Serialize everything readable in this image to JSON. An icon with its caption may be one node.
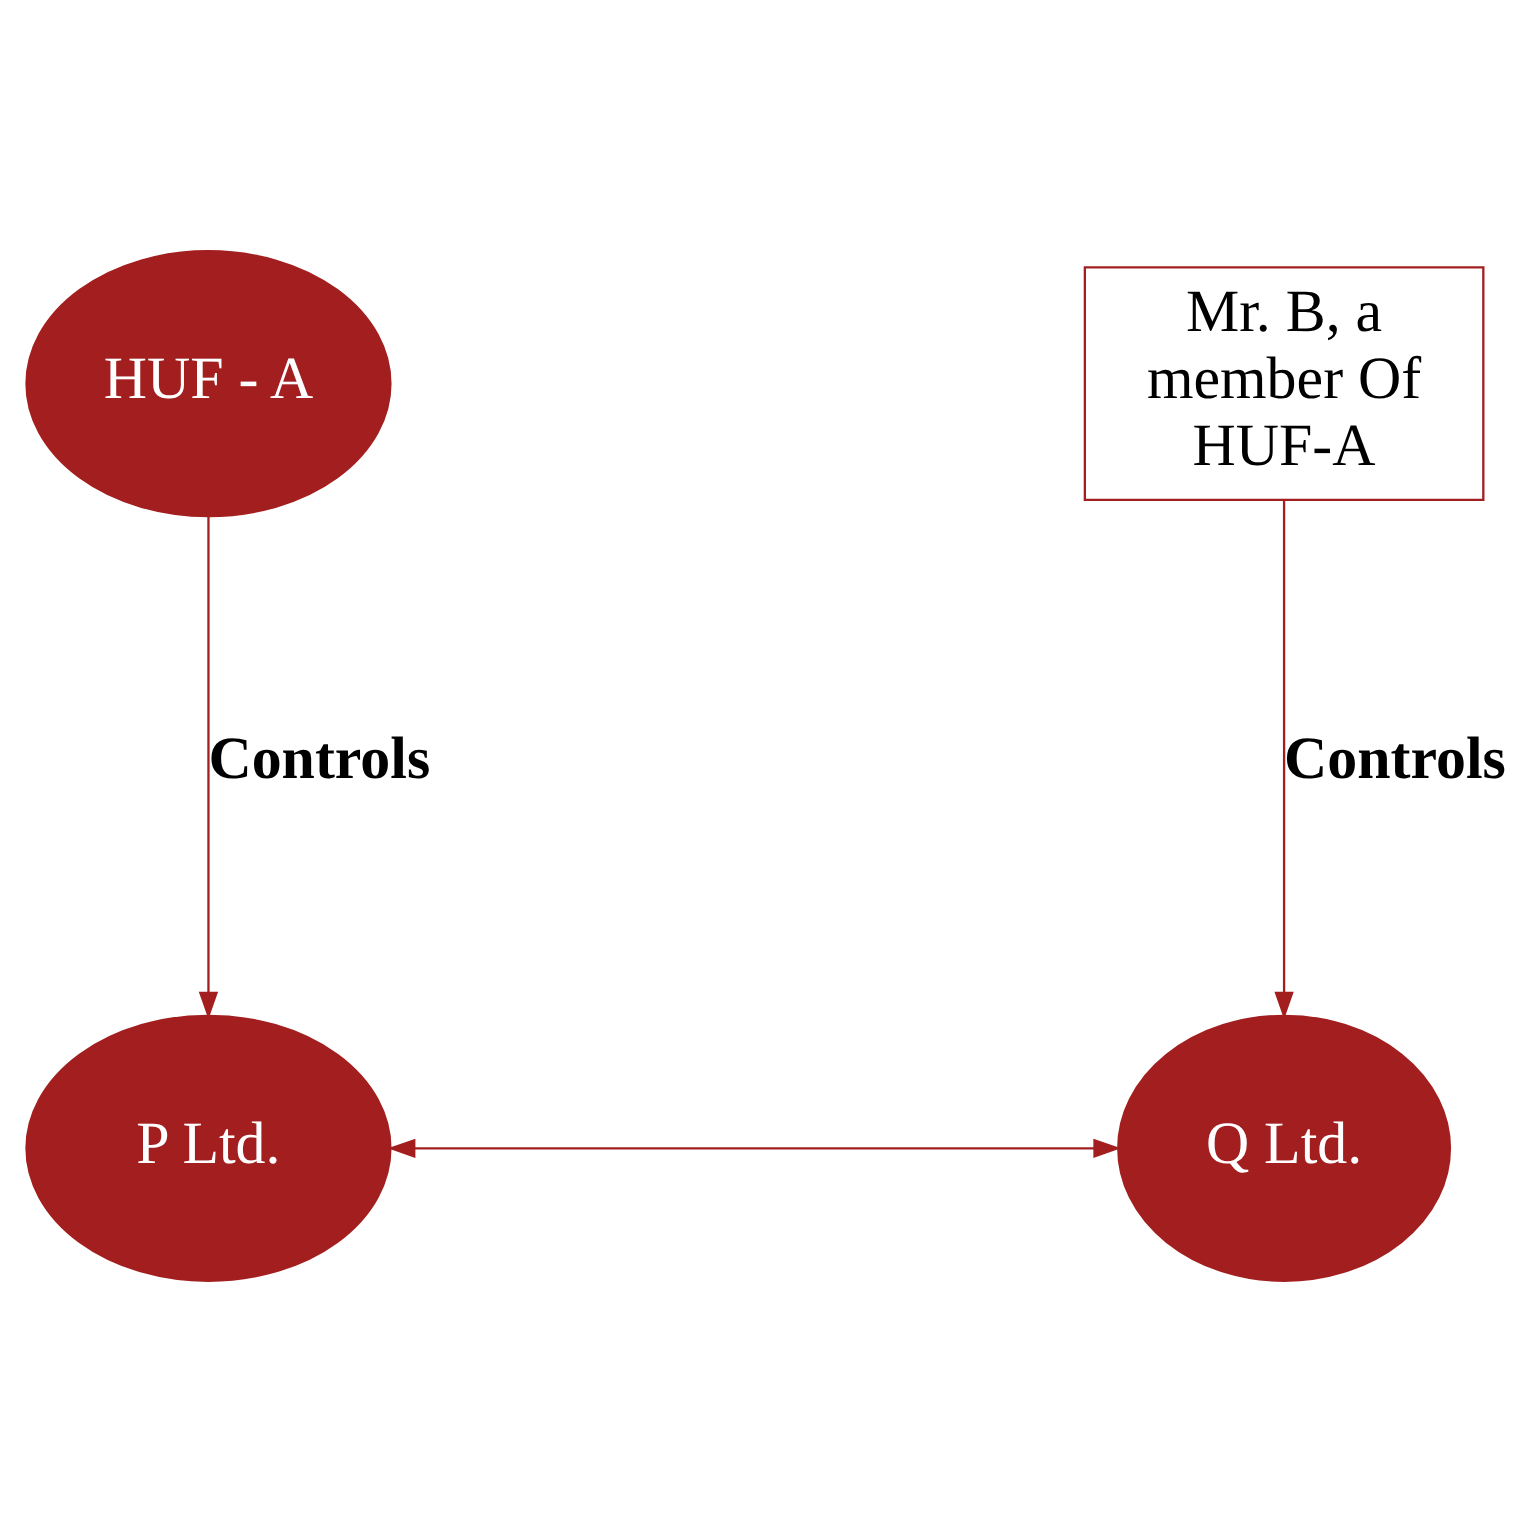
{
  "diagram": {
    "nodes": [
      {
        "text": [
          "HUF - A"
        ]
      },
      {
        "text": [
          "Mr. B, a member Of HUF-A"
        ]
      },
      {
        "text": [
          "P Ltd."
        ]
      },
      {
        "text": [
          "Q Ltd."
        ]
      }
    ],
    "edges": [
      {
        "from": 0,
        "to": 2,
        "arrow": "to",
        "label": "Controls"
      },
      {
        "from": 1,
        "to": 3,
        "arrow": "to",
        "label": "Controls"
      },
      {
        "from": 2,
        "to": 3,
        "arrow": "both"
      }
    ]
  }
}
